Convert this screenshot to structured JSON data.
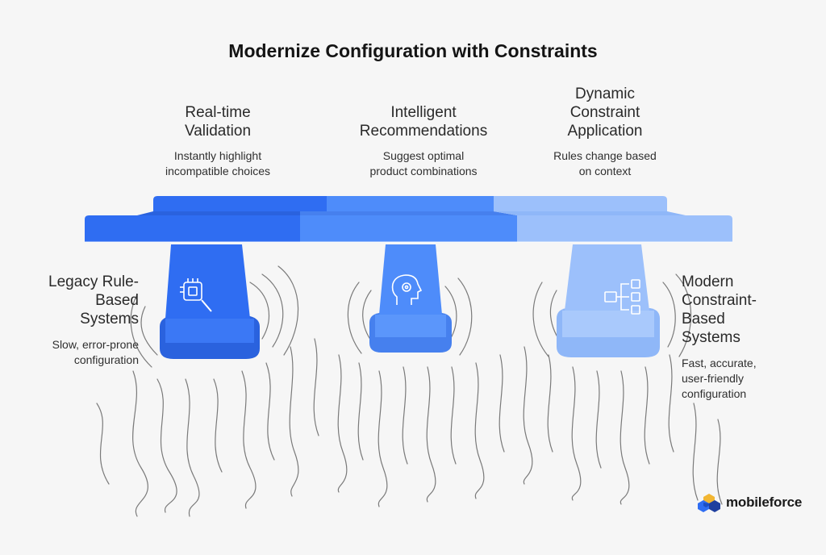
{
  "title": "Modernize Configuration with Constraints",
  "top_features": [
    {
      "head": [
        "Real-time",
        "Validation"
      ],
      "desc": [
        "Instantly highlight",
        "incompatible choices"
      ]
    },
    {
      "head": [
        "Intelligent",
        "Recommendations"
      ],
      "desc": [
        "Suggest optimal",
        "product combinations"
      ]
    },
    {
      "head": [
        "Dynamic",
        "Constraint",
        "Application"
      ],
      "desc": [
        "Rules change based",
        "on context"
      ]
    }
  ],
  "left_side": {
    "head": [
      "Legacy Rule-",
      "Based",
      "Systems"
    ],
    "desc": [
      "Slow, error-prone",
      "configuration"
    ]
  },
  "right_side": {
    "head": [
      "Modern",
      "Constraint-",
      "Based",
      "Systems"
    ],
    "desc": [
      "Fast, accurate,",
      "user-friendly",
      "configuration"
    ]
  },
  "pillar_icons": [
    "cpu-search-icon",
    "head-gear-icon",
    "flow-nodes-icon"
  ],
  "colors": {
    "blue_dark": "#2f6df2",
    "blue_mid": "#4e8cfa",
    "blue_light": "#9cc0fb",
    "background": "#f6f6f6"
  },
  "logo": {
    "text": "mobileforce",
    "colors": [
      "#f2b632",
      "#2f6df2",
      "#1f3f9e"
    ]
  }
}
